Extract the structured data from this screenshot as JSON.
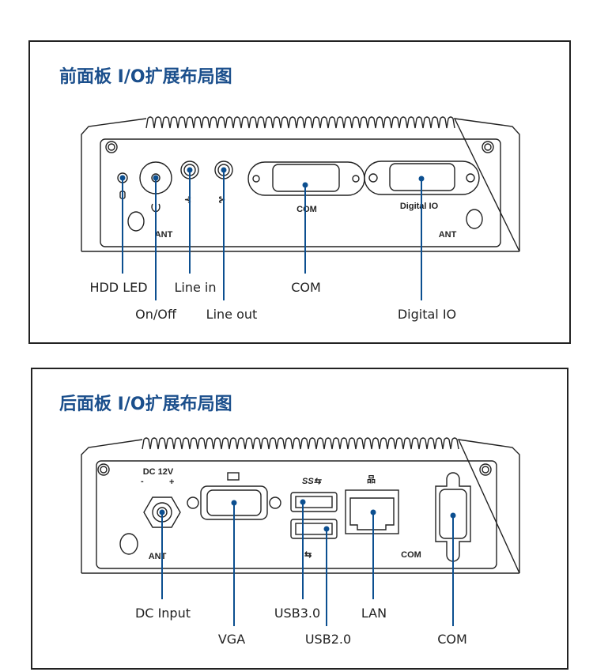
{
  "front": {
    "title": "前面板 I/O扩展布局图",
    "labels": {
      "hdd": "HDD LED",
      "power": "On/Off",
      "line_in": "Line in",
      "line_out": "Line out",
      "com": "COM",
      "dio": "Digital IO"
    },
    "silk": {
      "com": "COM",
      "dio": "Digital IO",
      "ant": "ANT"
    }
  },
  "rear": {
    "title": "后面板 I/O扩展布局图",
    "labels": {
      "dc": "DC Input",
      "vga": "VGA",
      "usb3": "USB3.0",
      "usb2": "USB2.0",
      "lan": "LAN",
      "com": "COM"
    },
    "silk": {
      "dc": "DC 12V",
      "minus": "-",
      "plus": "+",
      "ant": "ANT",
      "com": "COM"
    }
  },
  "colors": {
    "leader": "#0c4f90",
    "title": "#1b4f8c"
  }
}
